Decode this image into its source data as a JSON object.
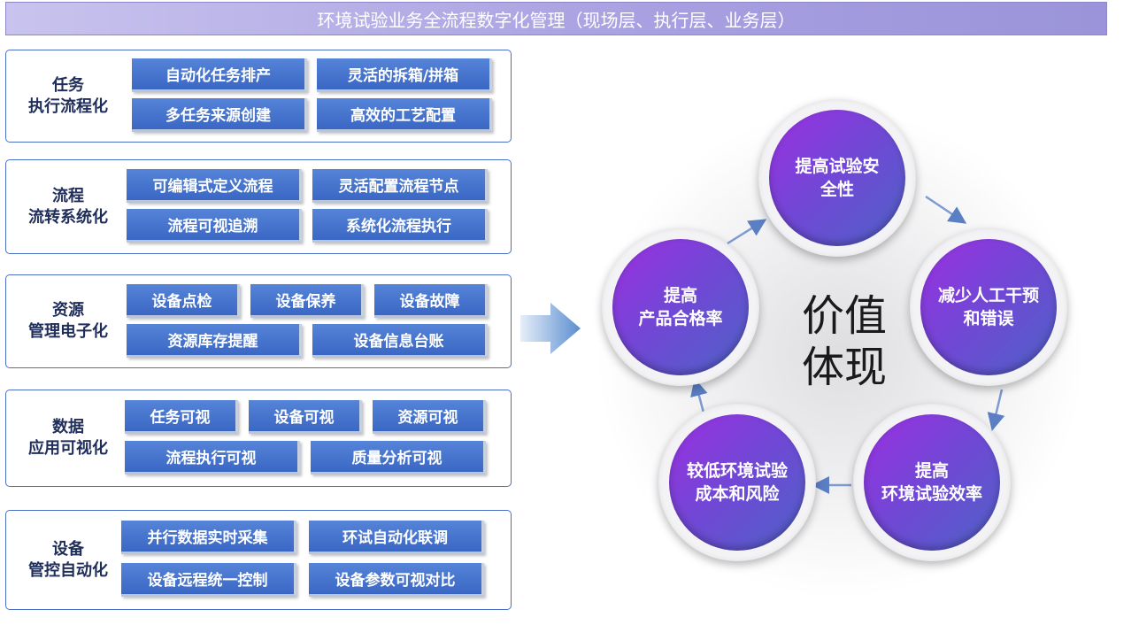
{
  "title": "环境试验业务全流程数字化管理（现场层、执行层、业务层）",
  "groups": [
    {
      "label1": "任务",
      "label2": "执行流程化",
      "buttons": [
        "自动化任务排产",
        "灵活的拆箱/拼箱",
        "多任务来源创建",
        "高效的工艺配置"
      ]
    },
    {
      "label1": "流程",
      "label2": "流转系统化",
      "buttons": [
        "可编辑式定义流程",
        "灵活配置流程节点",
        "流程可视追溯",
        "系统化流程执行"
      ]
    },
    {
      "label1": "资源",
      "label2": "管理电子化",
      "buttons": [
        "设备点检",
        "设备保养",
        "设备故障",
        "资源库存提醒",
        "设备信息台账"
      ]
    },
    {
      "label1": "数据",
      "label2": "应用可视化",
      "buttons": [
        "任务可视",
        "设备可视",
        "资源可视",
        "流程执行可视",
        "质量分析可视"
      ]
    },
    {
      "label1": "设备",
      "label2": "管控自动化",
      "buttons": [
        "并行数据实时采集",
        "环试自动化联调",
        "设备远程统一控制",
        "设备参数可视对比"
      ]
    }
  ],
  "center": {
    "line1": "价值",
    "line2": "体现"
  },
  "values": [
    {
      "line1": "提高试验安",
      "line2": "全性"
    },
    {
      "line1": "减少人工干预",
      "line2": "和错误"
    },
    {
      "line1": "提高",
      "line2": "环境试验效率"
    },
    {
      "line1": "较低环境试验",
      "line2": "成本和风险"
    },
    {
      "line1": "提高",
      "line2": "产品合格率"
    }
  ],
  "colors": {
    "button": "#3f6dca",
    "circle_start": "#9b2fe0",
    "circle_end": "#4e62c6",
    "border": "#4a6fc4"
  }
}
